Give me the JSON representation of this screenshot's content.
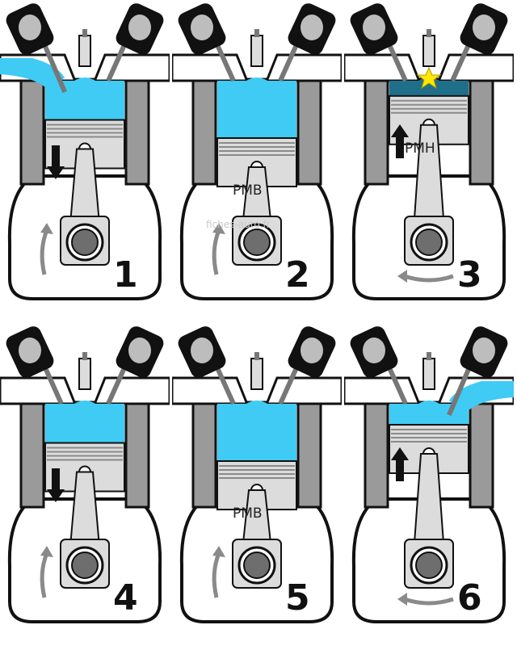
{
  "watermark": "fiches-auto.fr",
  "colors": {
    "charge": "#3fcbf4",
    "burnt": "#1f6f8b",
    "spark": "#ffe800",
    "metal": "#dcdcdc",
    "wall": "#9a9a9a",
    "outline": "#111111"
  },
  "panels": [
    {
      "number": "1",
      "label": "",
      "intake_open": true,
      "exhaust_open": false,
      "spark": false,
      "gas": "charge",
      "fill_level": 0.45,
      "piston_arrow": "down",
      "crank_arrow": "up"
    },
    {
      "number": "2",
      "label": "PMB",
      "intake_open": false,
      "exhaust_open": false,
      "spark": false,
      "gas": "charge",
      "fill_level": 0.7,
      "piston_arrow": "none",
      "crank_arrow": "up"
    },
    {
      "number": "3",
      "label": "PMH",
      "intake_open": false,
      "exhaust_open": false,
      "spark": true,
      "gas": "burnt",
      "fill_level": 0.12,
      "piston_arrow": "up",
      "crank_arrow": "left"
    },
    {
      "number": "4",
      "label": "",
      "intake_open": false,
      "exhaust_open": false,
      "spark": false,
      "gas": "charge",
      "fill_level": 0.45,
      "piston_arrow": "down",
      "crank_arrow": "up"
    },
    {
      "number": "5",
      "label": "PMB",
      "intake_open": false,
      "exhaust_open": false,
      "spark": false,
      "gas": "charge",
      "fill_level": 0.7,
      "piston_arrow": "none",
      "crank_arrow": "up"
    },
    {
      "number": "6",
      "label": "",
      "intake_open": false,
      "exhaust_open": true,
      "spark": false,
      "gas": "charge",
      "fill_level": 0.2,
      "piston_arrow": "up",
      "crank_arrow": "left"
    }
  ]
}
